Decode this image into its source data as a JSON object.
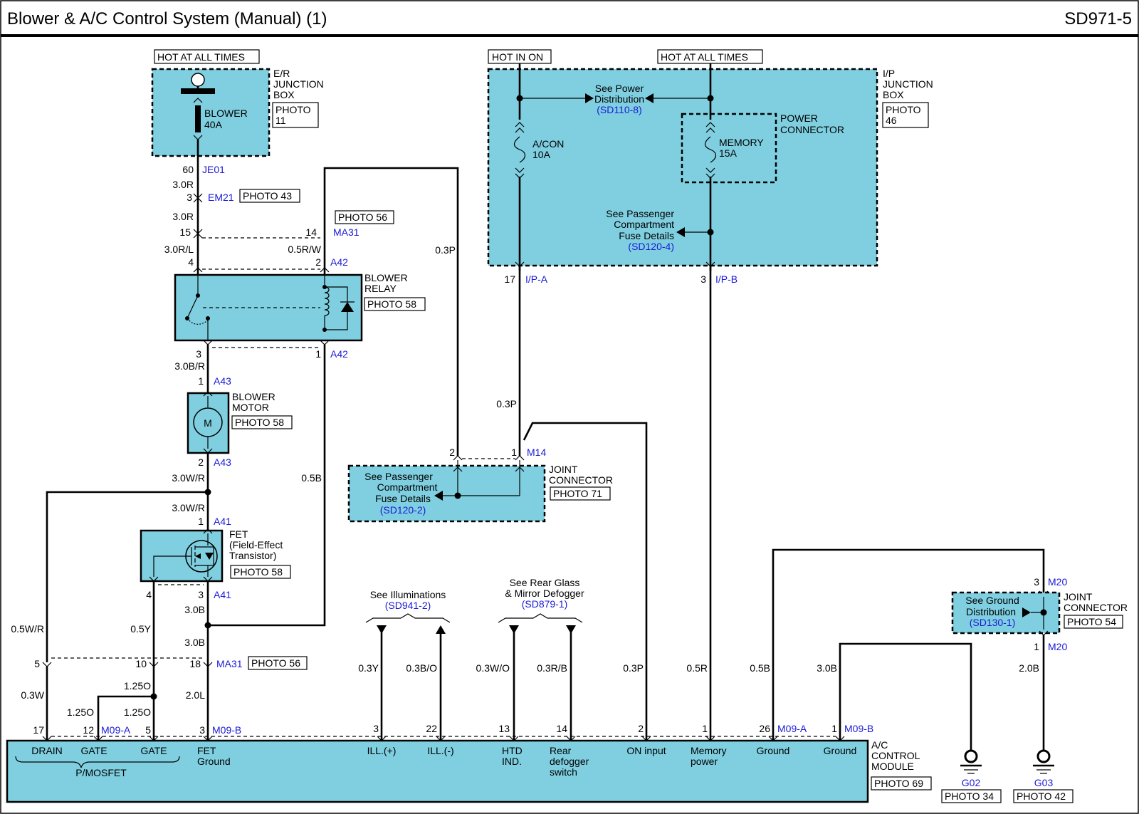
{
  "header": {
    "title": "Blower & A/C Control System (Manual) (1)",
    "code": "SD971-5"
  },
  "colors": {
    "component_fill": "#7fcfe0",
    "ref_text": "#1a1ad6"
  },
  "power": {
    "hot_all_times_left": "HOT AT ALL TIMES",
    "hot_in_on": "HOT IN ON",
    "hot_all_times_right": "HOT AT ALL TIMES"
  },
  "er_box": {
    "label": [
      "E/R",
      "JUNCTION",
      "BOX"
    ],
    "photo": [
      "PHOTO",
      "11"
    ],
    "fuse": [
      "BLOWER",
      "40A"
    ],
    "pin": "60",
    "connector": "JE01"
  },
  "ip_box": {
    "label": [
      "I/P",
      "JUNCTION",
      "BOX"
    ],
    "photo": [
      "PHOTO",
      "46"
    ],
    "power_connector": [
      "POWER",
      "CONNECTOR"
    ],
    "see_power": [
      "See Power",
      "Distribution"
    ],
    "see_power_ref": "(SD110-8)",
    "fuse_acon": [
      "A/CON",
      "10A"
    ],
    "fuse_memory": [
      "MEMORY",
      "15A"
    ],
    "see_pass": [
      "See Passenger",
      "Compartment",
      "Fuse Details"
    ],
    "see_pass_ref": "(SD120-4)",
    "pin_a": "17",
    "conn_a": "I/P-A",
    "pin_b": "3",
    "conn_b": "I/P-B"
  },
  "wires": {
    "w_30r_1": "3.0R",
    "w_30r_2": "3.0R",
    "w_30rl": "3.0R/L",
    "w_05rw": "0.5R/W",
    "w_03p_a": "0.3P",
    "w_03p_b": "0.3P",
    "w_03p_c": "0.3P",
    "w_30br": "3.0B/R",
    "w_30wr_1": "3.0W/R",
    "w_30wr_2": "3.0W/R",
    "w_05b_a": "0.5B",
    "w_05b_b": "0.5B",
    "w_05wr": "0.5W/R",
    "w_05y": "0.5Y",
    "w_30b_a": "3.0B",
    "w_30b_b": "3.0B",
    "w_30b_c": "3.0B",
    "w_125o_a": "1.25O",
    "w_125o_b": "1.25O",
    "w_125o_c": "1.25O",
    "w_03w": "0.3W",
    "w_20l": "2.0L",
    "w_03y": "0.3Y",
    "w_03bo": "0.3B/O",
    "w_03wo": "0.3W/O",
    "w_03rb": "0.3R/B",
    "w_05r": "0.5R",
    "w_20b": "2.0B"
  },
  "connectors": {
    "em21_pin": "3",
    "em21": "EM21",
    "em21_photo": "PHOTO 43",
    "ma31_pin_l": "15",
    "ma31_pin_r": "14",
    "ma31": "MA31",
    "ma31_photo": "PHOTO 56",
    "a42_pin4": "4",
    "a42_pin2": "2",
    "a42_top": "A42",
    "a42_pin3": "3",
    "a42_pin1": "1",
    "a42_bot": "A42",
    "a43_pin1": "1",
    "a43_top": "A43",
    "a43_pin2": "2",
    "a43_bot": "A43",
    "a41_pin1": "1",
    "a41_top": "A41",
    "a41_pin4": "4",
    "a41_pin3": "3",
    "a41_bot": "A41",
    "ma31b_5": "5",
    "ma31b_10": "10",
    "ma31b_18": "18",
    "ma31b": "MA31",
    "ma31b_photo": "PHOTO 56",
    "m09a_17": "17",
    "m09a_12": "12",
    "m09a_l": "M09-A",
    "m09b_5": "5",
    "m09b_3": "3",
    "m09b_l": "M09-B",
    "m14_2": "2",
    "m14_1": "1",
    "m14": "M14",
    "m20_3": "3",
    "m20_top": "M20",
    "m20_1": "1",
    "m20_bot": "M20",
    "p3": "3",
    "p22": "22",
    "p13": "13",
    "p14": "14",
    "p2": "2",
    "p1": "1",
    "p26": "26",
    "m09a_r": "M09-A",
    "p1b": "1",
    "m09b_r": "M09-B"
  },
  "components": {
    "blower_relay": [
      "BLOWER",
      "RELAY"
    ],
    "blower_relay_photo": "PHOTO 58",
    "blower_motor": [
      "BLOWER",
      "MOTOR"
    ],
    "blower_motor_photo": "PHOTO 58",
    "motor_symbol": "M",
    "fet": [
      "FET",
      "(Field-Effect",
      "Transistor)"
    ],
    "fet_photo": "PHOTO 58",
    "joint_connector": [
      "JOINT",
      "CONNECTOR"
    ],
    "joint_photo": "PHOTO 71",
    "joint_see": [
      "See Passenger",
      "Compartment",
      "Fuse Details"
    ],
    "joint_ref": "(SD120-2)",
    "joint2": [
      "JOINT",
      "CONNECTOR"
    ],
    "joint2_photo": "PHOTO 54",
    "joint2_see": [
      "See Ground",
      "Distribution"
    ],
    "joint2_ref": "(SD130-1)",
    "illum_see": "See Illuminations",
    "illum_ref": "(SD941-2)",
    "rear_see": [
      "See Rear Glass",
      "& Mirror Defogger"
    ],
    "rear_ref": "(SD879-1)",
    "g02": "G02",
    "g02_photo": "PHOTO 34",
    "g03": "G03",
    "g03_photo": "PHOTO 42"
  },
  "module": {
    "label": [
      "A/C",
      "CONTROL",
      "MODULE"
    ],
    "photo": "PHOTO 69",
    "pins": [
      "DRAIN",
      "GATE",
      "GATE"
    ],
    "fet_ground": [
      "FET",
      "Ground"
    ],
    "pmosfet": "P/MOSFET",
    "ill_plus": "ILL.(+)",
    "ill_minus": "ILL.(-)",
    "htd": [
      "HTD",
      "IND."
    ],
    "rear_def": [
      "Rear",
      "defogger",
      "switch"
    ],
    "on_input": "ON input",
    "memory": [
      "Memory",
      "power"
    ],
    "ground1": "Ground",
    "ground2": "Ground"
  }
}
